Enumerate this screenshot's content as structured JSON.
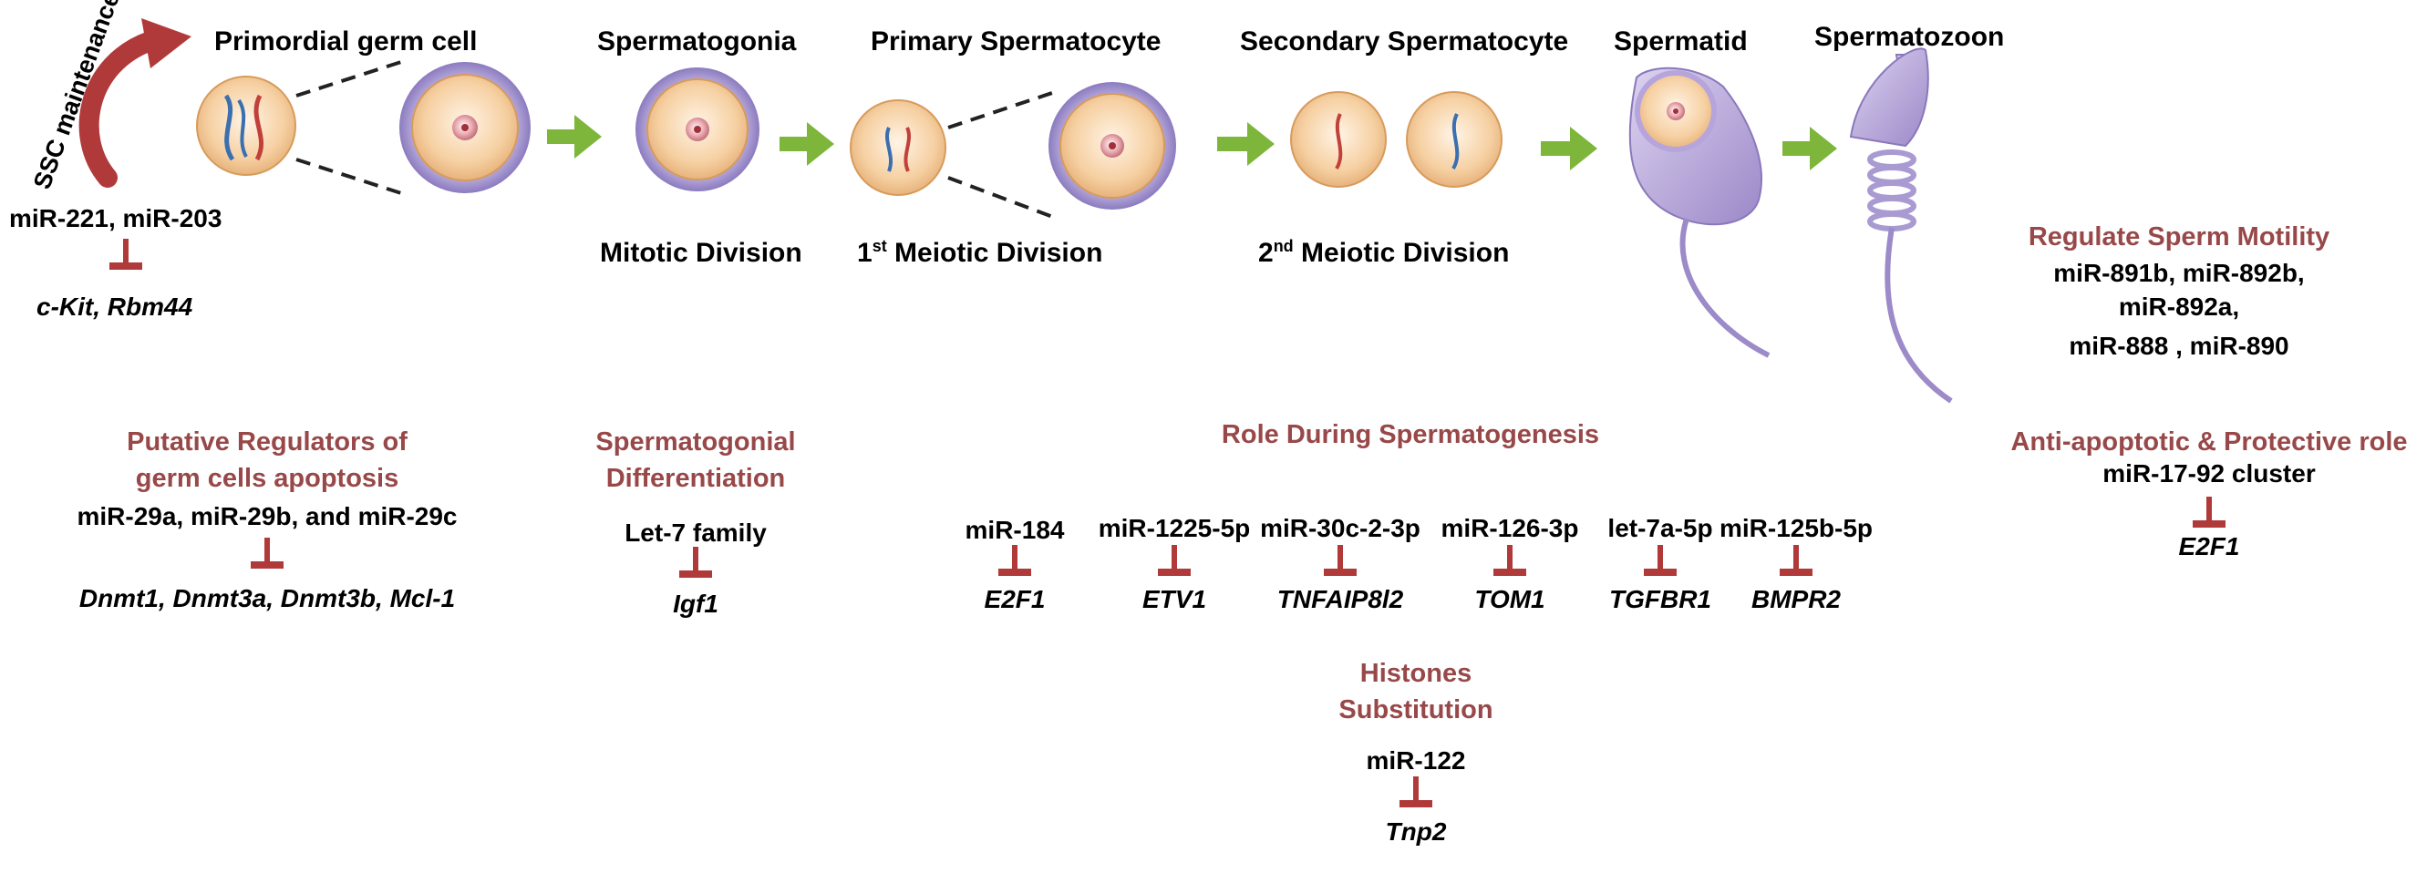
{
  "stages": {
    "primordial": "Primordial germ cell",
    "spermatogonia": "Spermatogonia",
    "primary": "Primary Spermatocyte",
    "secondary": "Secondary Spermatocyte",
    "spermatid": "Spermatid",
    "spermatozoon": "Spermatozoon"
  },
  "divisions": {
    "mitotic": "Mitotic Division",
    "meiotic1": {
      "num": "1",
      "sup": "st",
      "rest": " Meiotic  Division"
    },
    "meiotic2": {
      "num": "2",
      "sup": "nd",
      "rest": " Meiotic  Division"
    }
  },
  "ssc": {
    "label": "SSC maintenance",
    "mirnas": "miR-221, miR-203",
    "targets": "c-Kit, Rbm44"
  },
  "apoptosis": {
    "heading_l1": "Putative Regulators of",
    "heading_l2": "germ cells apoptosis",
    "mirnas": "miR-29a, miR-29b, and miR-29c",
    "targets": "Dnmt1, Dnmt3a, Dnmt3b, Mcl-1"
  },
  "differentiation": {
    "heading_l1": "Spermatogonial",
    "heading_l2": "Differentiation",
    "mirna": "Let-7 family",
    "target": "Igf1"
  },
  "role": {
    "heading": "Role During Spermatogenesis",
    "pairs": [
      {
        "mirna": "miR-184",
        "target": "E2F1"
      },
      {
        "mirna": "miR-1225-5p",
        "target": "ETV1"
      },
      {
        "mirna": "miR-30c-2-3p",
        "target": "TNFAIP8l2"
      },
      {
        "mirna": "miR-126-3p",
        "target": "TOM1"
      },
      {
        "mirna": "let-7a-5p",
        "target": "TGFBR1"
      },
      {
        "mirna": "miR-125b-5p",
        "target": "BMPR2"
      }
    ]
  },
  "histones": {
    "heading_l1": "Histones",
    "heading_l2": "Substitution",
    "mirna": "miR-122",
    "target": "Tnp2"
  },
  "motility": {
    "heading": "Regulate Sperm Motility",
    "line1": "miR-891b, miR-892b,",
    "line2": "miR-892a,",
    "line3": "miR-888 , miR-890"
  },
  "antiapoptotic": {
    "heading": "Anti-apoptotic & Protective role",
    "mirna": "miR-17-92 cluster",
    "target": "E2F1"
  },
  "colors": {
    "heading": "#984848",
    "inhibition": "#b03a3a",
    "arrow": "#7db63a",
    "cell": "#f7d3a7",
    "halo": "#b3a3d6",
    "sperm": "#b7a6d9"
  }
}
